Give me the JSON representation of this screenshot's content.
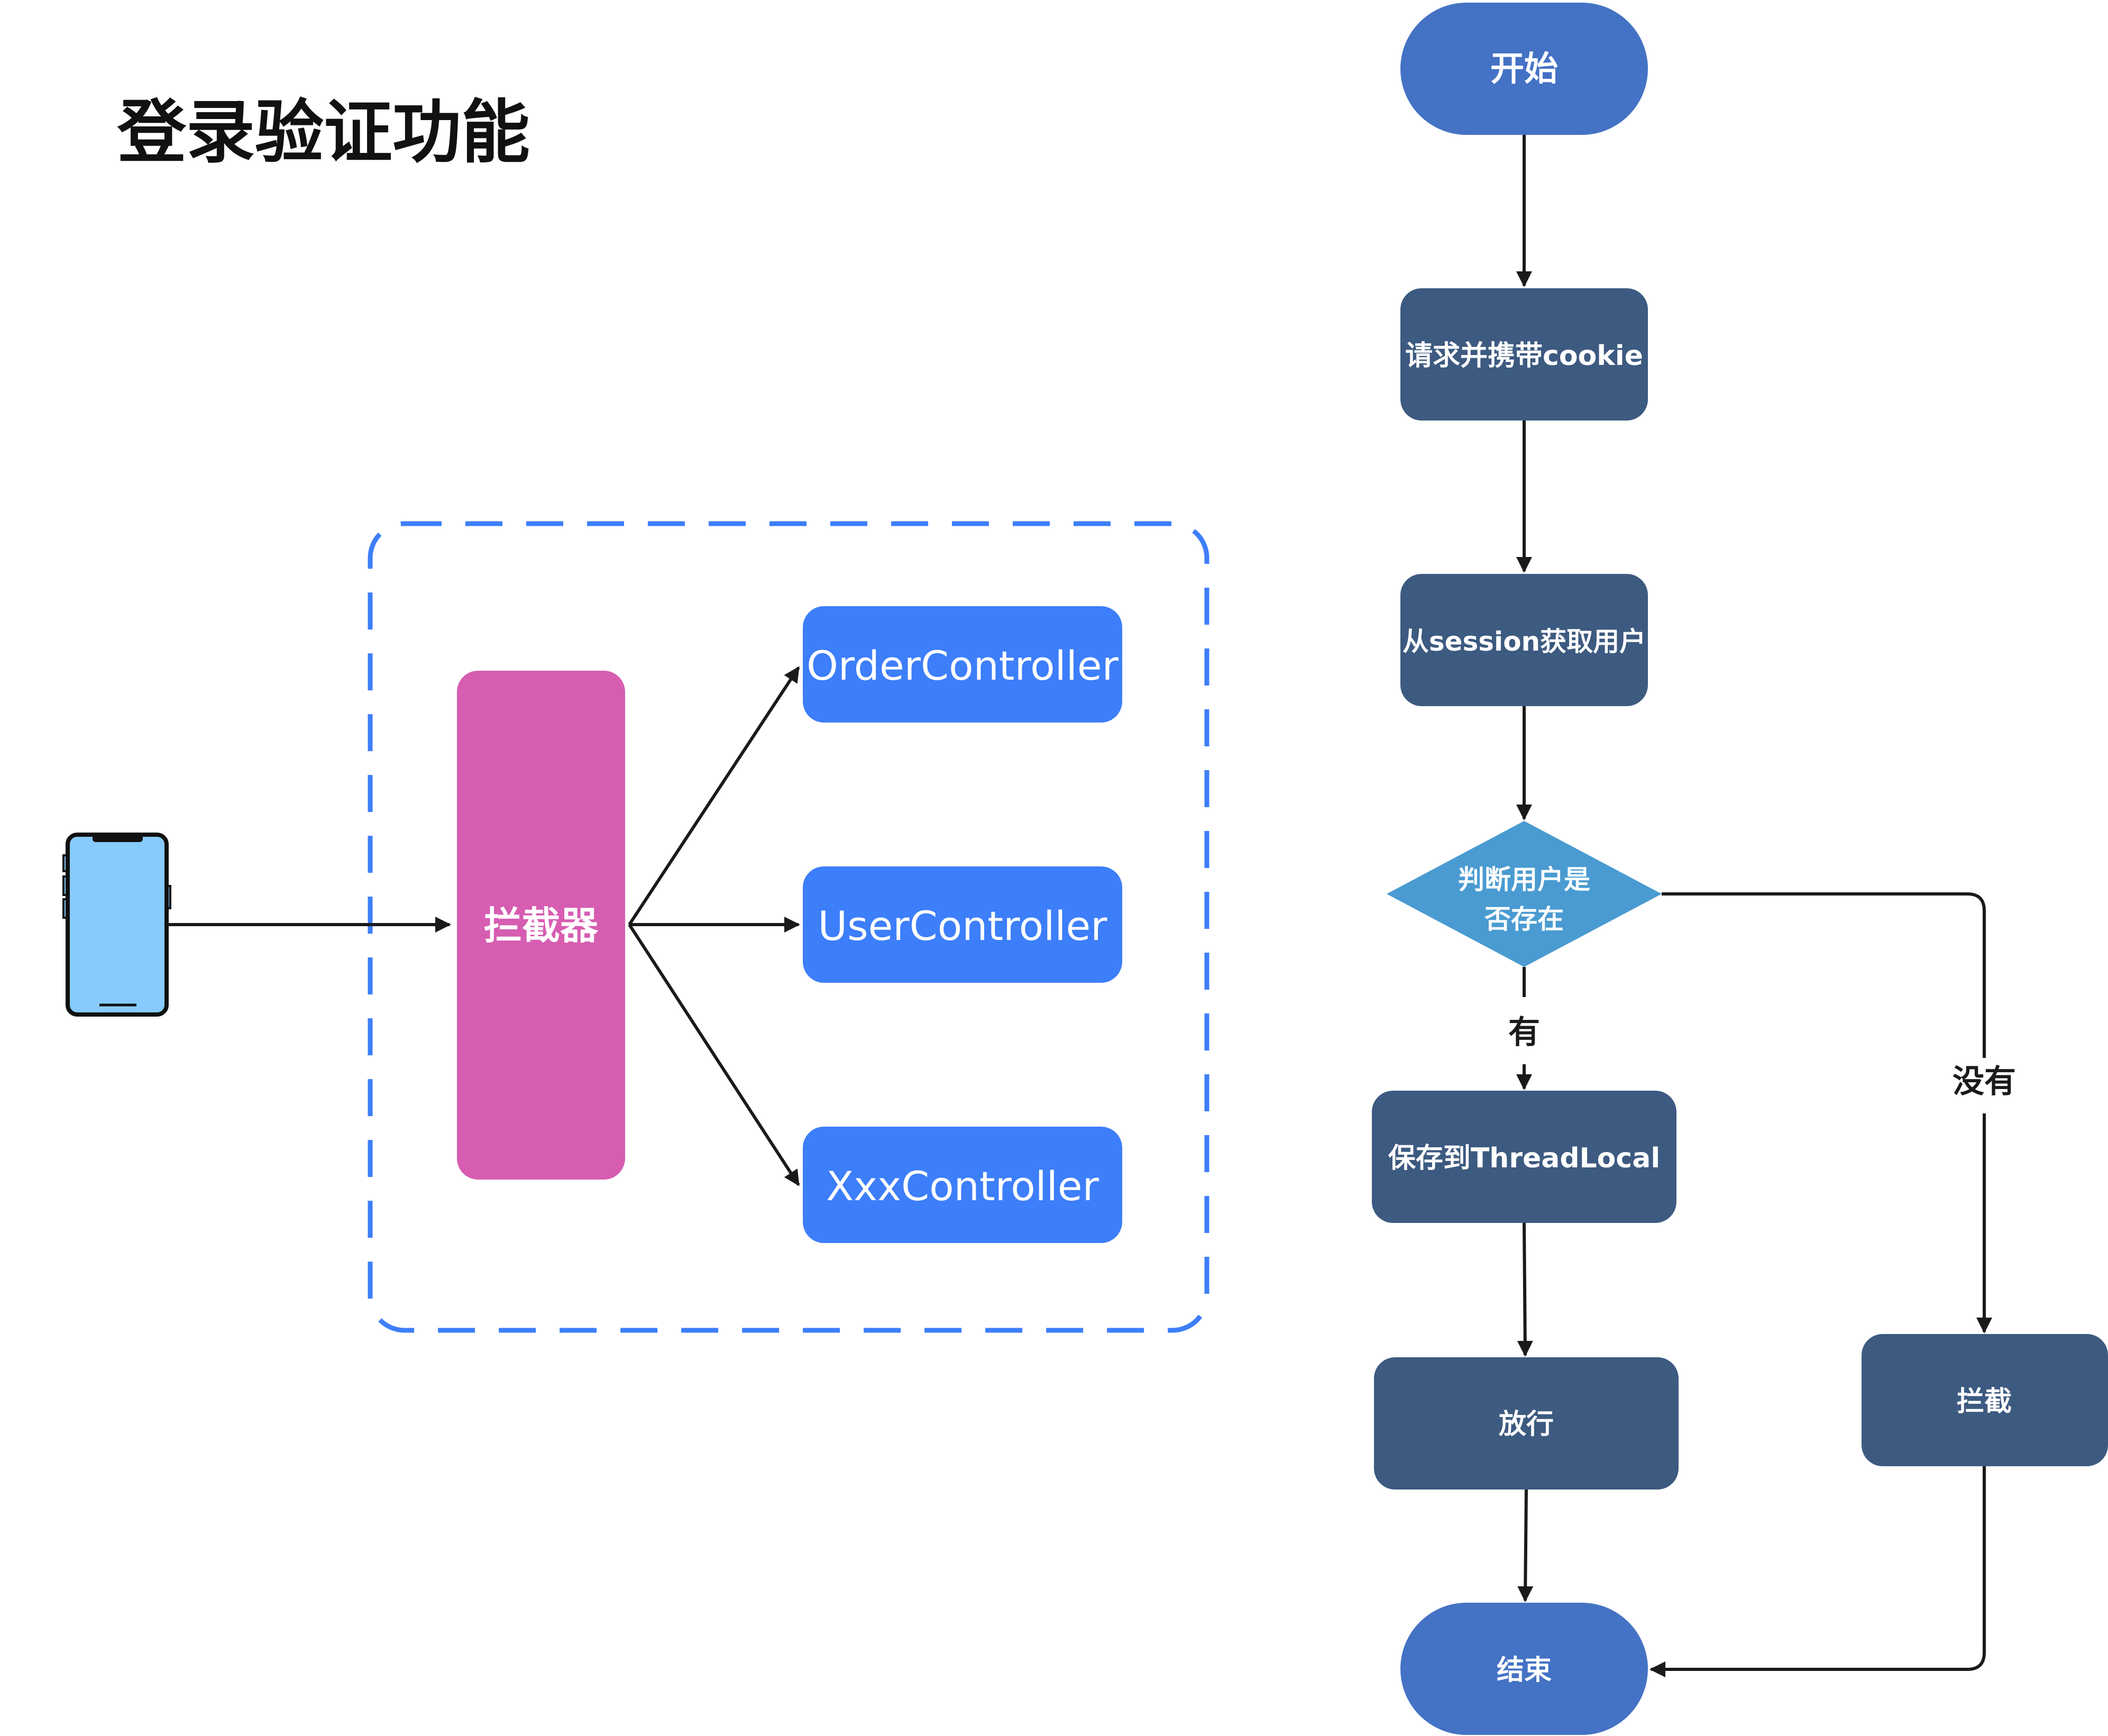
{
  "title": "登录验证功能",
  "architecture": {
    "interceptor_label": "拦截器",
    "controllers": [
      "OrderController",
      "UserController",
      "XxxController"
    ],
    "device_icon": "smartphone-icon",
    "colors": {
      "interceptor": "#d65db1",
      "controller": "#3d7efa",
      "container_border": "#3d7efa",
      "device_screen": "#87cbfc"
    }
  },
  "flow": {
    "start": "开始",
    "request": "请求并携带cookie",
    "fetch_user": "从session获取用户",
    "decision_line1": "判断用户是",
    "decision_line2": "否存在",
    "yes_label": "有",
    "no_label": "没有",
    "save": "保存到ThreadLocal",
    "allow": "放行",
    "intercept": "拦截",
    "end": "结束",
    "colors": {
      "terminal": "#4472c4",
      "process": "#3d5a80",
      "decision": "#4a9bd1",
      "line": "#1a1a1a"
    }
  }
}
